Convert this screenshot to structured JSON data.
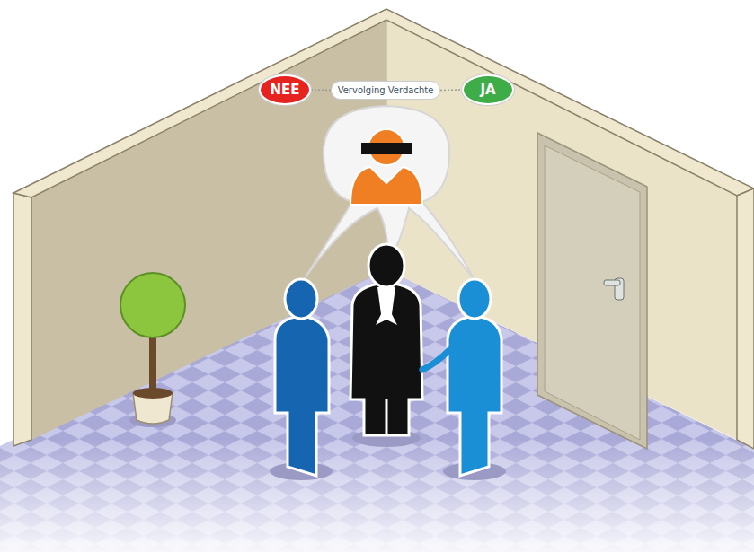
{
  "diagram": {
    "nodes": [
      {
        "text": [
          "NEE"
        ]
      },
      {
        "text": [
          "Vervolging Verdachte"
        ]
      },
      {
        "text": [
          "JA"
        ]
      }
    ],
    "edges": [
      {
        "from": 0,
        "to": 1,
        "arrow": "none"
      },
      {
        "from": 1,
        "to": 2,
        "arrow": "none"
      }
    ]
  }
}
